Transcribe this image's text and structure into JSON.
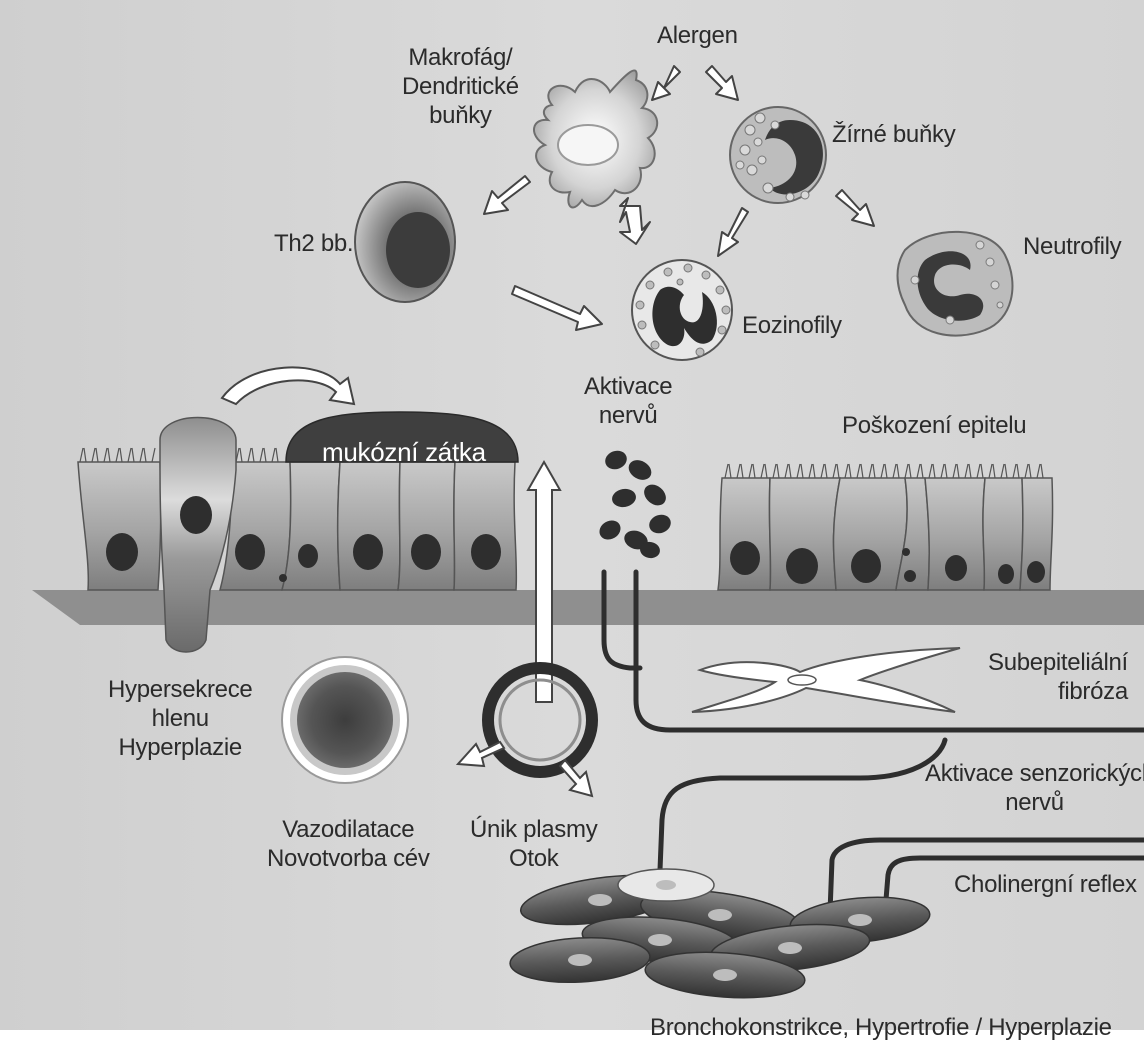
{
  "labels": {
    "allergen": "Alergen",
    "macrophage": [
      "Makrofág/",
      "Dendritické",
      "buňky"
    ],
    "mast_cells": "Žírné buňky",
    "th2": "Th2 bb.",
    "neutrophils": "Neutrofily",
    "eosinophils": "Eozinofily",
    "nerve_activation": [
      "Aktivace",
      "nervů"
    ],
    "mucus_plug": "mukózní zátka",
    "epithelial_damage": "Poškození epitelu",
    "subepithelial_fibrosis": [
      "Subepiteliální",
      "fibróza"
    ],
    "hypersecretion": [
      "Hypersekrece",
      "hlenu",
      "Hyperplazie"
    ],
    "sensory_nerve_activation": [
      "Aktivace senzorických",
      "nervů"
    ],
    "vasodilation": [
      "Vazodilatace",
      "Novotvorba cév"
    ],
    "plasma_leak": [
      "Únik plasmy",
      "Otok"
    ],
    "cholinergic_reflex": "Cholinergní reflex",
    "bronchoconstriction": "Bronchokonstrikce, Hypertrofie / Hyperplazie"
  },
  "colors": {
    "background": "#d6d6d6",
    "cell_fill": "#a9a9a9",
    "nucleus": "#2e2e2e",
    "basement_membrane": "#8f8f8f",
    "arrow_fill": "#ffffff"
  }
}
